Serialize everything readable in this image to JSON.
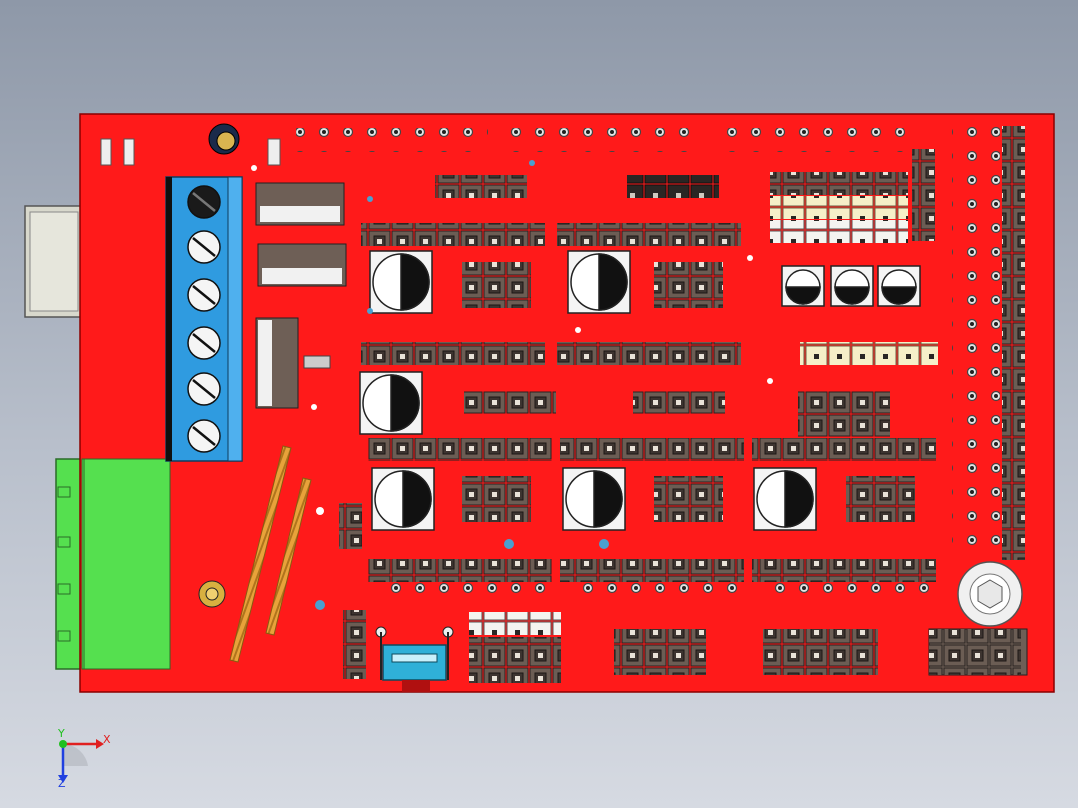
{
  "viewport": {
    "background_top": "#8e98a8",
    "background_bottom": "#d6dae2"
  },
  "board": {
    "pcb_color": "#ff1a1a",
    "header_color": "#6e5f56",
    "screw_terminal_color": "#2f9be0",
    "green_connector_color": "#55e04f",
    "yellow_header_color": "#f6efc8",
    "usb_housing_color": "#d8d8cc"
  },
  "triad": {
    "x_label": "X",
    "y_label": "Y",
    "z_label": "Z",
    "x_color": "#e02020",
    "y_color": "#20c020",
    "z_color": "#2040e0"
  }
}
